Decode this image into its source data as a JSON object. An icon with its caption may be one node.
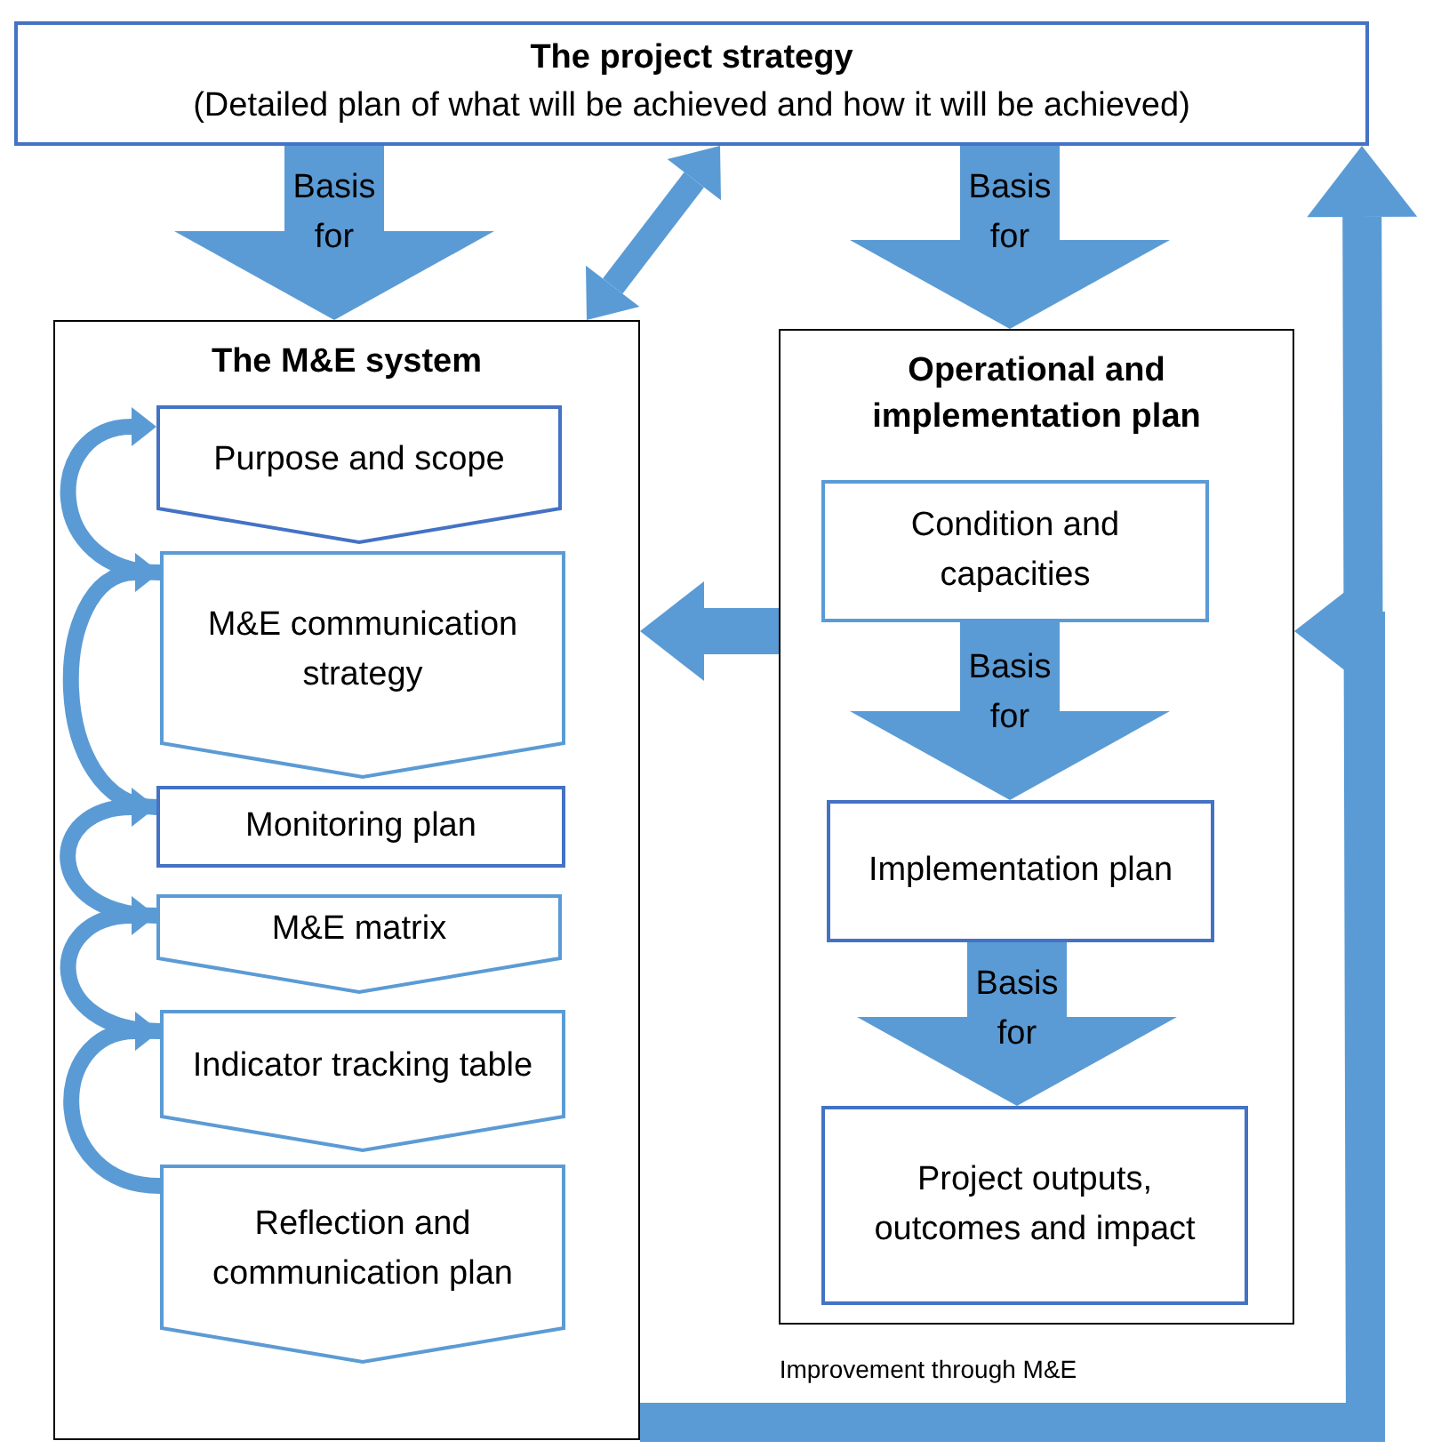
{
  "diagram": {
    "nodes": [
      {
        "text": [
          "The project strategy",
          "(Detailed plan of what will be achieved and how it will be achieved)"
        ]
      },
      {
        "text": [
          "The M&E system"
        ]
      },
      {
        "text": [
          "Purpose and scope"
        ],
        "in": 1
      },
      {
        "text": [
          "M&E communication strategy"
        ],
        "in": 1
      },
      {
        "text": [
          "Monitoring plan"
        ],
        "in": 1
      },
      {
        "text": [
          "M&E matrix"
        ],
        "in": 1
      },
      {
        "text": [
          "Indicator tracking table"
        ],
        "in": 1
      },
      {
        "text": [
          "Reflection and communication plan"
        ],
        "in": 1
      },
      {
        "text": [
          "Operational and implementation plan"
        ]
      },
      {
        "text": [
          "Condition and capacities"
        ],
        "in": 8
      },
      {
        "text": [
          "Implementation plan"
        ],
        "in": 8
      },
      {
        "text": [
          "Project outputs, outcomes and impact"
        ],
        "in": 8
      }
    ],
    "edges": [
      {
        "from": 0,
        "to": 1,
        "arrow": "to",
        "label": "Basis for",
        "style": "thick"
      },
      {
        "from": 1,
        "to": 0,
        "arrow": "both"
      },
      {
        "from": 0,
        "to": 8,
        "arrow": "to",
        "label": "Basis for",
        "style": "thick"
      },
      {
        "from": 3,
        "to": 2,
        "arrow": "to"
      },
      {
        "from": 4,
        "to": 3,
        "arrow": "to"
      },
      {
        "from": 5,
        "to": 4,
        "arrow": "to"
      },
      {
        "from": 6,
        "to": 5,
        "arrow": "to"
      },
      {
        "from": 7,
        "to": 6,
        "arrow": "to"
      },
      {
        "from": 9,
        "to": 10,
        "arrow": "to",
        "label": "Basis for",
        "style": "thick"
      },
      {
        "from": 10,
        "to": 11,
        "arrow": "to",
        "label": "Basis for",
        "style": "thick"
      },
      {
        "from": 8,
        "to": 1,
        "arrow": "to"
      },
      {
        "from": 1,
        "to": 0,
        "arrow": "to",
        "label": "Improvement through M&E"
      },
      {
        "from": 1,
        "to": 8,
        "arrow": "to"
      }
    ]
  }
}
